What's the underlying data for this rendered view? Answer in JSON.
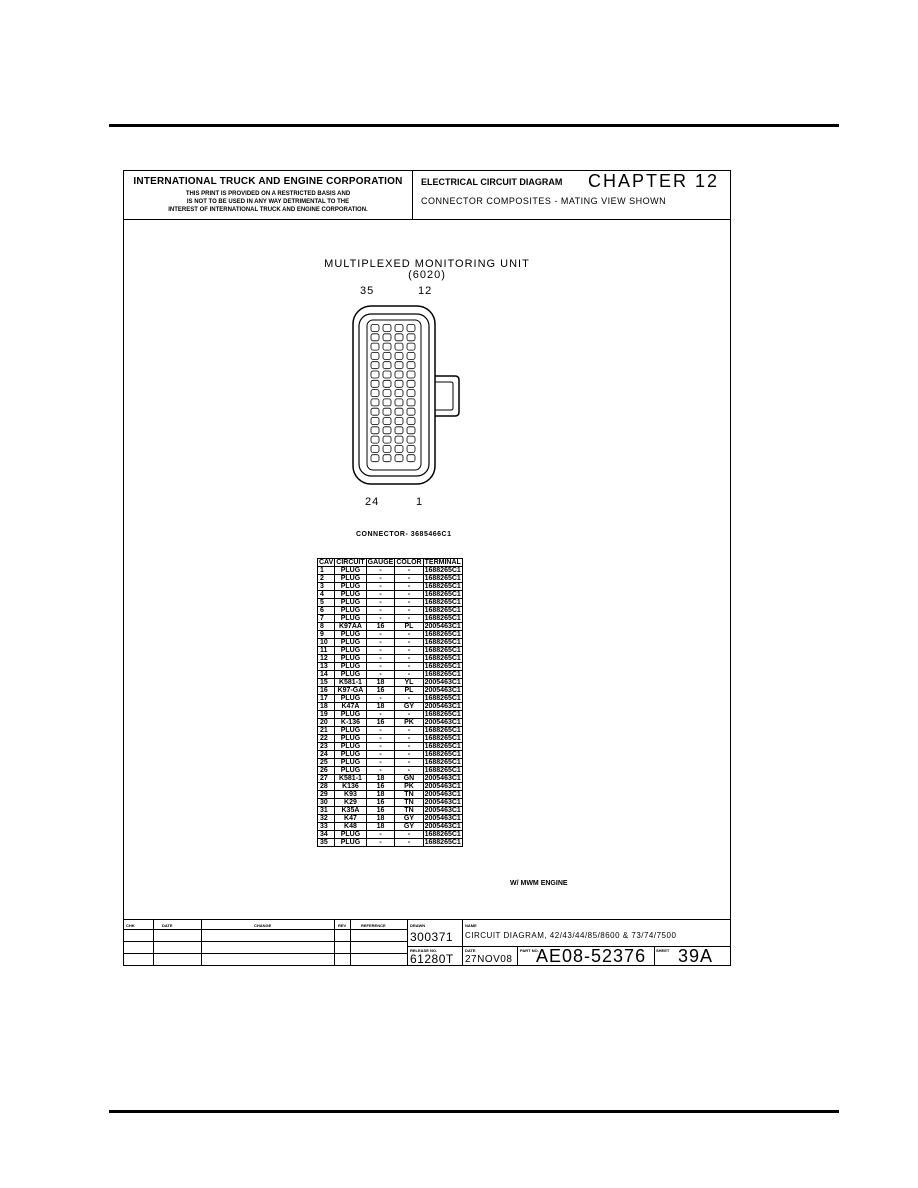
{
  "title_block": {
    "company": "INTERNATIONAL TRUCK AND ENGINE CORPORATION",
    "notice_lines": [
      "THIS PRINT IS PROVIDED ON A RESTRICTED BASIS AND",
      "IS NOT TO BE USED IN ANY WAY DETRIMENTAL TO THE",
      "INTEREST OF INTERNATIONAL TRUCK AND ENGINE CORPORATION."
    ],
    "diagram_label": "ELECTRICAL CIRCUIT DIAGRAM",
    "chapter": "CHAPTER 12",
    "subtitle": "CONNECTOR COMPOSITES - MATING VIEW SHOWN"
  },
  "connector": {
    "name": "MULTIPLEXED MONITORING UNIT",
    "code": "(6020)",
    "pin_top_left": "35",
    "pin_top_right": "12",
    "pin_bottom_left": "24",
    "pin_bottom_right": "1",
    "part_number": "CONNECTOR- 3685466C1"
  },
  "table": {
    "headers": [
      "CAV",
      "CIRCUIT",
      "GAUGE",
      "COLOR",
      "TERMINAL"
    ],
    "rows": [
      [
        "1",
        "PLUG",
        "-",
        "-",
        "1688265C1"
      ],
      [
        "2",
        "PLUG",
        "-",
        "-",
        "1688265C1"
      ],
      [
        "3",
        "PLUG",
        "-",
        "-",
        "1688265C1"
      ],
      [
        "4",
        "PLUG",
        "-",
        "-",
        "1688265C1"
      ],
      [
        "5",
        "PLUG",
        "-",
        "-",
        "1688265C1"
      ],
      [
        "6",
        "PLUG",
        "-",
        "-",
        "1688265C1"
      ],
      [
        "7",
        "PLUG",
        "-",
        "-",
        "1688265C1"
      ],
      [
        "8",
        "K97AA",
        "16",
        "PL",
        "2005463C1"
      ],
      [
        "9",
        "PLUG",
        "-",
        "-",
        "1688265C1"
      ],
      [
        "10",
        "PLUG",
        "-",
        "-",
        "1688265C1"
      ],
      [
        "11",
        "PLUG",
        "-",
        "-",
        "1688265C1"
      ],
      [
        "12",
        "PLUG",
        "-",
        "-",
        "1688265C1"
      ],
      [
        "13",
        "PLUG",
        "-",
        "-",
        "1688265C1"
      ],
      [
        "14",
        "PLUG",
        "-",
        "-",
        "1688265C1"
      ],
      [
        "15",
        "K581-1",
        "18",
        "YL",
        "2005463C1"
      ],
      [
        "16",
        "K97-GA",
        "16",
        "PL",
        "2005463C1"
      ],
      [
        "17",
        "PLUG",
        "-",
        "-",
        "1688265C1"
      ],
      [
        "18",
        "K47A",
        "18",
        "GY",
        "2005463C1"
      ],
      [
        "19",
        "PLUG",
        "-",
        "-",
        "1688265C1"
      ],
      [
        "20",
        "K-136",
        "16",
        "PK",
        "2005463C1"
      ],
      [
        "21",
        "PLUG",
        "-",
        "-",
        "1688265C1"
      ],
      [
        "22",
        "PLUG",
        "-",
        "-",
        "1688265C1"
      ],
      [
        "23",
        "PLUG",
        "-",
        "-",
        "1688265C1"
      ],
      [
        "24",
        "PLUG",
        "-",
        "-",
        "1688265C1"
      ],
      [
        "25",
        "PLUG",
        "-",
        "-",
        "1688265C1"
      ],
      [
        "26",
        "PLUG",
        "-",
        "-",
        "1688265C1"
      ],
      [
        "27",
        "K581-1",
        "18",
        "GN",
        "2005463C1"
      ],
      [
        "28",
        "K136",
        "16",
        "PK",
        "2005463C1"
      ],
      [
        "29",
        "K93",
        "18",
        "TN",
        "2005463C1"
      ],
      [
        "30",
        "K29",
        "16",
        "TN",
        "2005463C1"
      ],
      [
        "31",
        "K35A",
        "16",
        "TN",
        "2005463C1"
      ],
      [
        "32",
        "K47",
        "18",
        "GY",
        "2005463C1"
      ],
      [
        "33",
        "K48",
        "18",
        "GY",
        "2005463C1"
      ],
      [
        "34",
        "PLUG",
        "-",
        "-",
        "1688265C1"
      ],
      [
        "35",
        "PLUG",
        "-",
        "-",
        "1688265C1"
      ]
    ]
  },
  "engine_note": "W/ MWM ENGINE",
  "revision_block": {
    "col_chk": "CHK",
    "col_date": "DATE",
    "col_change": "CHANGE",
    "col_rev": "REV",
    "col_reference": "REFERENCE",
    "drawn_label": "DRAWN",
    "drawn_value": "300371",
    "release_label": "RELEASE NO.",
    "release_value": "61280T",
    "name_label": "NAME",
    "name_value": "CIRCUIT DIAGRAM, 42/43/44/85/8600 & 73/74/7500",
    "date_label": "DATE",
    "date_value": "27NOV08",
    "part_label": "PART NO.",
    "part_value": "AE08-52376",
    "sheet_label": "SHEET",
    "sheet_value": "39A"
  }
}
